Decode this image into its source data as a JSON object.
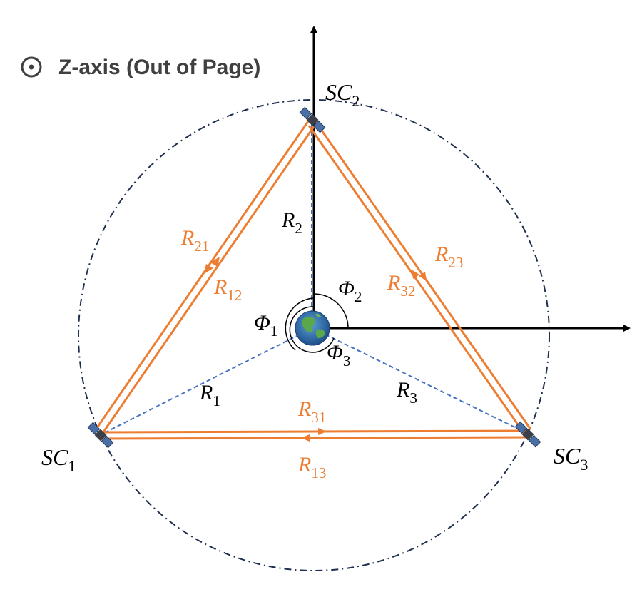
{
  "header": {
    "axis_note": "Z-axis (Out of Page)"
  },
  "spacecraft": [
    {
      "name": "SC",
      "sub": "1"
    },
    {
      "name": "SC",
      "sub": "2"
    },
    {
      "name": "SC",
      "sub": "3"
    }
  ],
  "radii": [
    {
      "name": "R",
      "sub": "1"
    },
    {
      "name": "R",
      "sub": "2"
    },
    {
      "name": "R",
      "sub": "3"
    }
  ],
  "angles": [
    {
      "name": "Φ",
      "sub": "1"
    },
    {
      "name": "Φ",
      "sub": "2"
    },
    {
      "name": "Φ",
      "sub": "3"
    }
  ],
  "links": [
    {
      "name": "R",
      "sub": "21"
    },
    {
      "name": "R",
      "sub": "12"
    },
    {
      "name": "R",
      "sub": "23"
    },
    {
      "name": "R",
      "sub": "32"
    },
    {
      "name": "R",
      "sub": "31"
    },
    {
      "name": "R",
      "sub": "13"
    }
  ],
  "colors": {
    "link": "#ED7D31",
    "radius": "#4472C4",
    "orbit": "#1F2F4F",
    "axis": "#000000"
  }
}
